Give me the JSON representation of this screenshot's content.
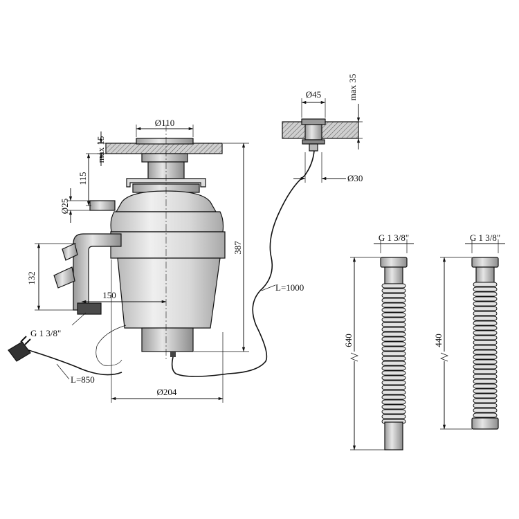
{
  "dimensions": {
    "flange_diameter": "Ø110",
    "max_15": "max 15",
    "height_115": "115",
    "inlet_diameter": "Ø25",
    "outlet_height": "132",
    "outlet_offset": "150",
    "outlet_thread": "G 1 3/8\"",
    "cord_length": "L=850",
    "body_diameter": "Ø204",
    "total_height": "387",
    "switch_cable_length": "L=1000",
    "button_diameter": "Ø45",
    "button_max": "max 35",
    "button_stem": "Ø30",
    "hose1_thread": "G 1 3/8\"",
    "hose1_length": "640",
    "hose2_thread": "G 1 3/8\"",
    "hose2_length": "440"
  },
  "colors": {
    "body_fill": "#e4e4e4",
    "part_fill": "#d2d2d2",
    "dark_fill": "#9a9a9a",
    "line": "#111111"
  }
}
